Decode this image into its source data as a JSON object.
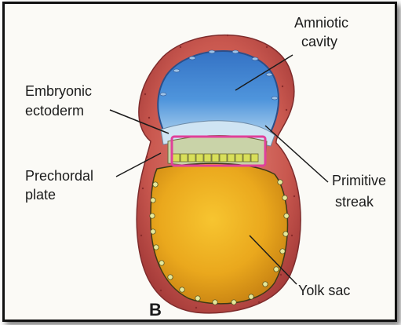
{
  "labels": {
    "amniotic_cavity": [
      "Amniotic",
      "cavity"
    ],
    "embryonic_ectoderm": [
      "Embryonic",
      "ectoderm"
    ],
    "prechordal_plate": [
      "Prechordal",
      "plate"
    ],
    "primitive_streak": [
      "Primitive",
      "streak"
    ],
    "yolk_sac": "Yolk sac",
    "panel_letter": "B"
  },
  "colors": {
    "highlight_box": "#e0409a",
    "outer_wall": "#c2544f",
    "amniotic_fluid": "#3f84cf",
    "ectoderm": "#a9cbe4",
    "endoderm_cells": "#d9de55",
    "yolk": "#f0b521"
  }
}
